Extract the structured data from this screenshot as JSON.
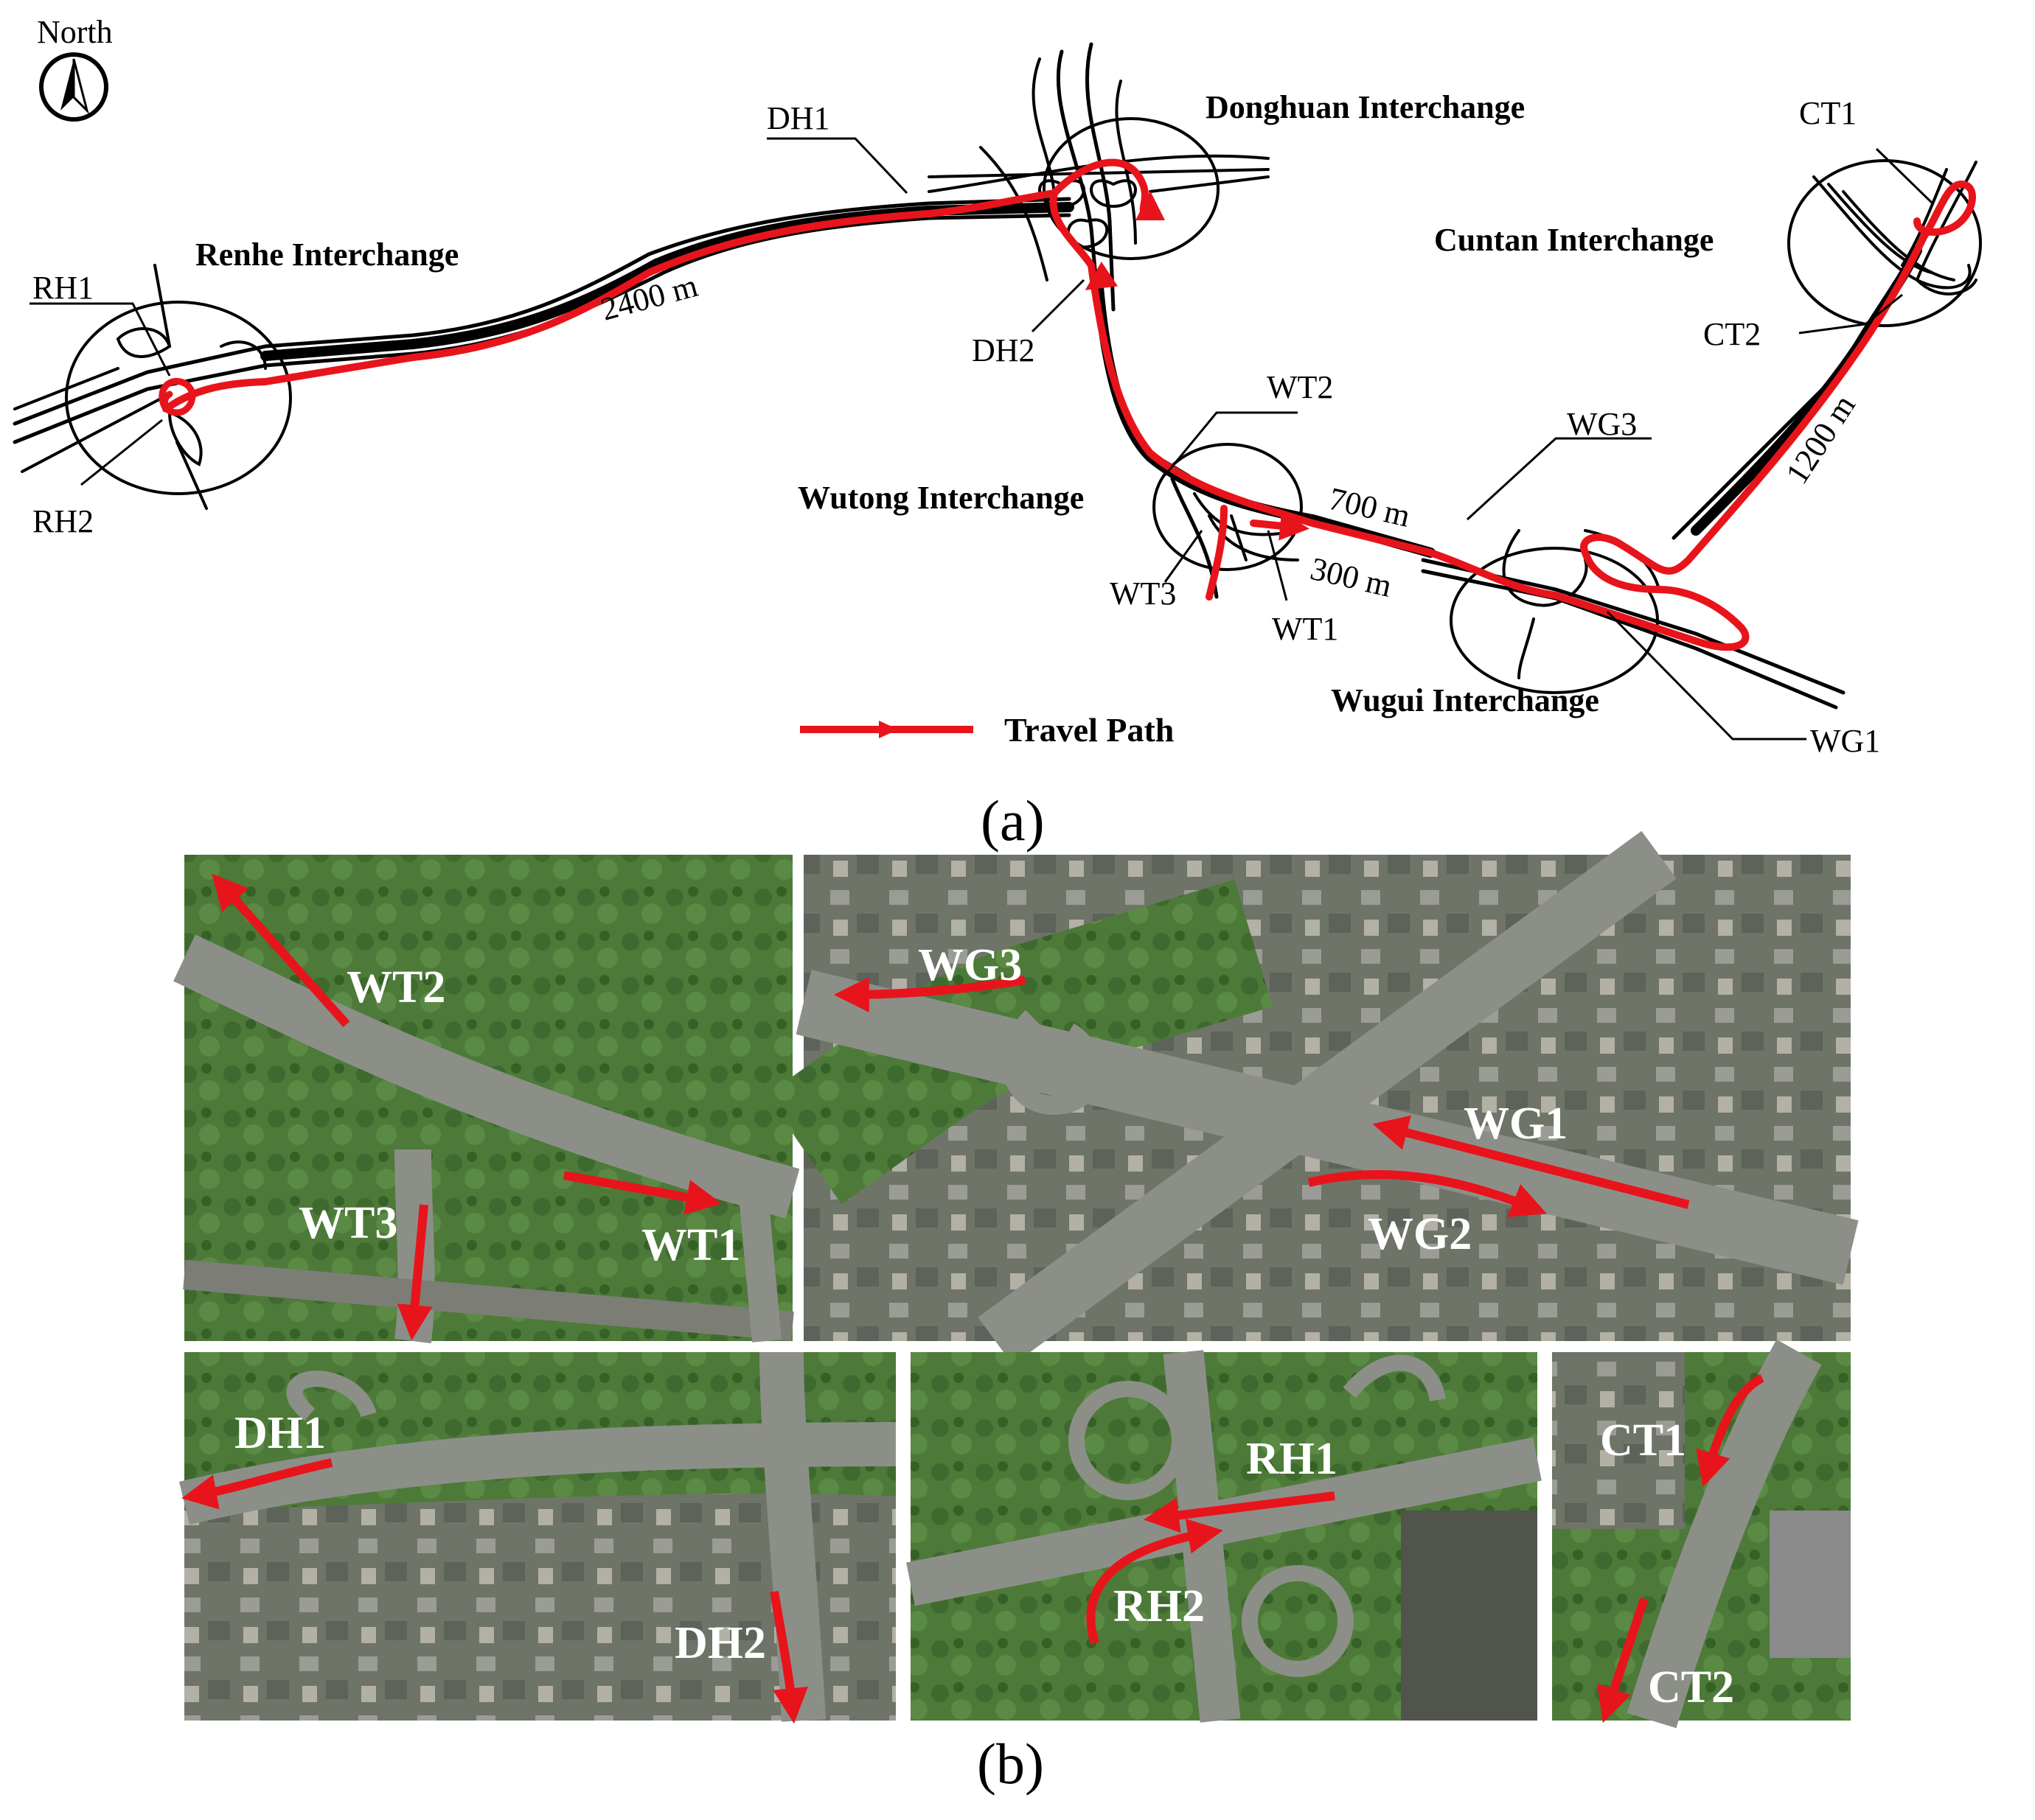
{
  "compass": {
    "label": "North",
    "icon": "north-arrow-icon"
  },
  "interchanges": {
    "renhe": "Renhe Interchange",
    "donghuan": "Donghuan Interchange",
    "wutong": "Wutong Interchange",
    "wugui": "Wugui Interchange",
    "cuntan": "Cuntan Interchange"
  },
  "points": {
    "RH1": "RH1",
    "RH2": "RH2",
    "DH1": "DH1",
    "DH2": "DH2",
    "WT1": "WT1",
    "WT2": "WT2",
    "WT3": "WT3",
    "WG1": "WG1",
    "WG2": "WG2",
    "WG3": "WG3",
    "CT1": "CT1",
    "CT2": "CT2"
  },
  "distances": {
    "d1": "2400 m",
    "d2": "700 m",
    "d3": "300 m",
    "d4": "1200 m"
  },
  "legend": {
    "label": "Travel Path",
    "color": "#e8141b"
  },
  "captions": {
    "a": "(a)",
    "b": "(b)"
  },
  "colors": {
    "path": "#e8141b",
    "road": "#000000",
    "vegetation": "#4f7a3a",
    "pavement": "#8c8f88"
  }
}
